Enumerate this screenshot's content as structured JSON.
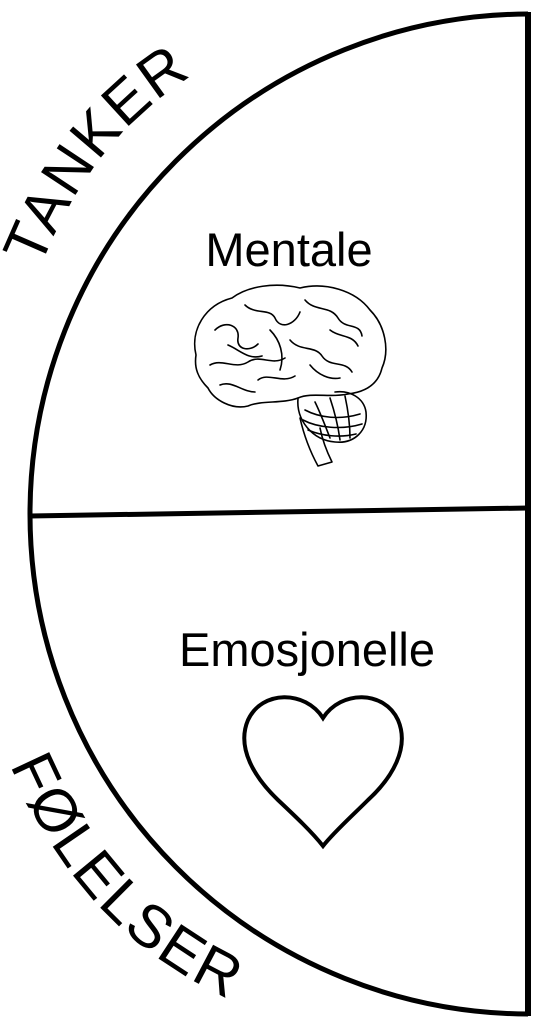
{
  "diagram": {
    "top_arc_label": "TANKER",
    "bottom_arc_label": "FØLELSER",
    "top_section": {
      "label": "Mentale",
      "icon": "brain-icon"
    },
    "bottom_section": {
      "label": "Emosjonelle",
      "icon": "heart-icon"
    },
    "line_color": "#000000",
    "background_color": "#ffffff"
  }
}
